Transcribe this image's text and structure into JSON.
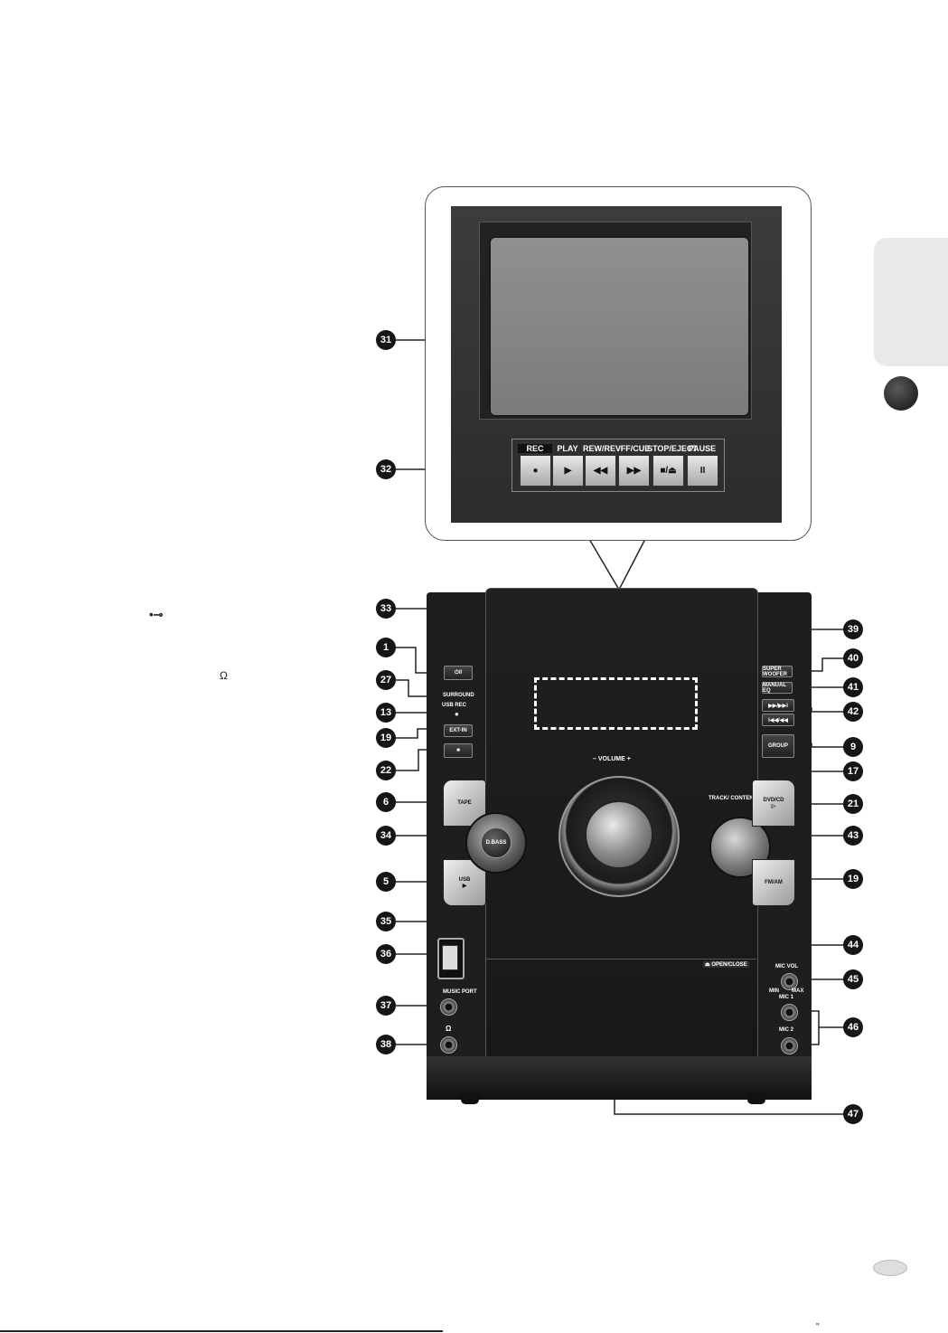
{
  "page": {
    "usb_symbol": "•⊸",
    "headphone_symbol": "Ω",
    "bottom_mark": "\""
  },
  "cassette_deck": {
    "buttons": [
      {
        "label": "REC",
        "symbol": "●"
      },
      {
        "label": "PLAY",
        "symbol": "▶"
      },
      {
        "label": "REW/REV",
        "symbol": "◀◀"
      },
      {
        "label": "FF/CUE",
        "symbol": "▶▶"
      },
      {
        "label": "STOP/EJECT",
        "symbol": "■/⏏"
      },
      {
        "label": "PAUSE",
        "symbol": "II"
      }
    ]
  },
  "unit": {
    "power_symbol": "⏻/I",
    "surround": "SURROUND",
    "usb_rec": "USB REC",
    "ext_in": "EXT-IN",
    "stop_symbol": "■",
    "tape": "TAPE",
    "dbass": "D.BASS",
    "usb": "USB",
    "usb_play": "▶",
    "music_port": "MUSIC PORT",
    "headphone": "Ω",
    "volume": "–  VOLUME  +",
    "track_content": "TRACK/ CONTENT",
    "dvd_cd": "DVD/CD",
    "dvd_cd_symbol": "▷",
    "fm_am": "FM/AM",
    "super_woofer": "SUPER WOOFER",
    "manual_eq": "MANUAL EQ",
    "skip_fwd": "▶▶/▶▶I",
    "skip_back": "I◀◀/◀◀",
    "group": "GROUP",
    "open_close": "⏏ OPEN/CLOSE",
    "mic_vol": "MIC VOL",
    "min": "MIN",
    "max": "MAX",
    "mic1": "MIC 1",
    "mic2": "MIC 2"
  },
  "callouts": {
    "c31": "31",
    "c32": "32",
    "c33": "33",
    "c1": "1",
    "c27": "27",
    "c13": "13",
    "c19a": "19",
    "c22": "22",
    "c6": "6",
    "c34": "34",
    "c5": "5",
    "c35": "35",
    "c36": "36",
    "c37": "37",
    "c38": "38",
    "c39": "39",
    "c40": "40",
    "c41": "41",
    "c42": "42",
    "c9": "9",
    "c17": "17",
    "c21": "21",
    "c43": "43",
    "c19b": "19",
    "c44": "44",
    "c45": "45",
    "c46": "46",
    "c47": "47"
  }
}
